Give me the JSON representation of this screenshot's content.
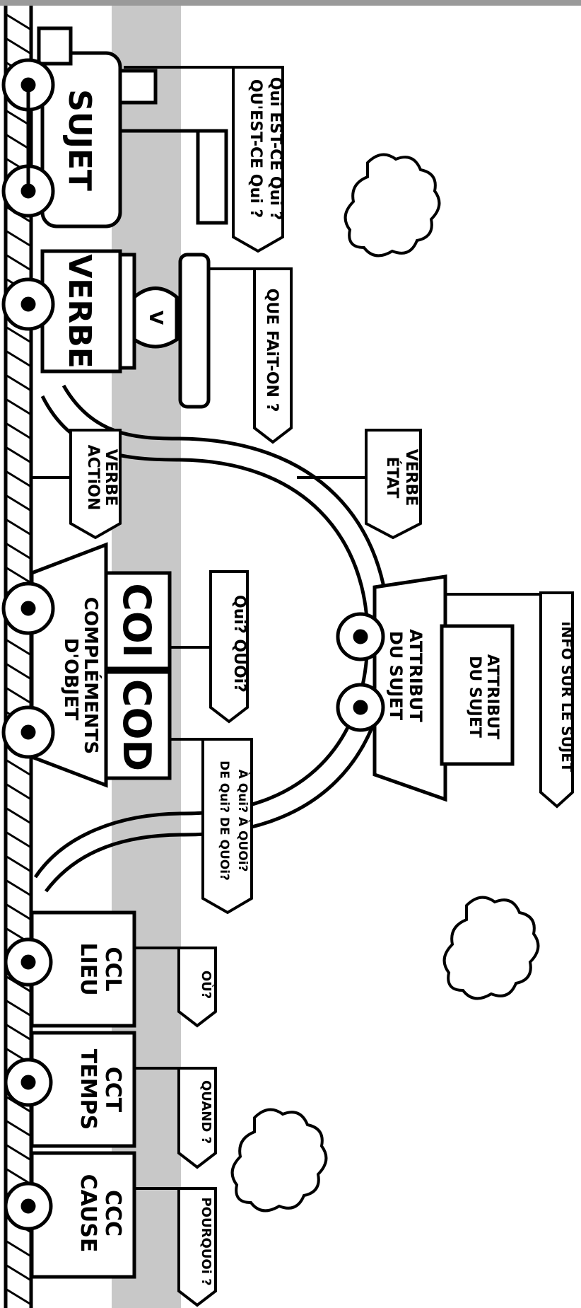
{
  "train": {
    "sujet": "SUJET",
    "verbe": "VERBE",
    "verbe_badge": "V",
    "coi": "COI",
    "cod": "COD",
    "complements": "COMPLÉMENTS",
    "complements_2": "D'OBJET",
    "attribut_box_1": "ATTRIBUT",
    "attribut_box_2": "DU SUJET",
    "attribut_car_1": "ATTRIBUT",
    "attribut_car_2": "DU SUJET",
    "ccl_1": "CCL",
    "ccl_2": "LIEU",
    "cct_1": "CCT",
    "cct_2": "TEMPS",
    "ccc_1": "CCC",
    "ccc_2": "CAUSE"
  },
  "signs": {
    "qui_1": "Qui EST-CE Qui ?",
    "qui_2": "QU'EST-CE Qui ?",
    "que_fait": "QUE FAiT-ON ?",
    "verbe_action_1": "VERBE",
    "verbe_action_2": "ACTiON",
    "verbe_etat_1": "VERBE",
    "verbe_etat_2": "ÉTAT",
    "info_sujet": "iNFO SUR LE SUJET",
    "qui_quoi": "Qui? QUOi?",
    "a_qui_1": "À Qui?   À QUOi?",
    "a_qui_2": "DE Qui?  DE QUOi?",
    "ou": "OÙ?",
    "quand": "QUAND ?",
    "pourquoi": "POURQUOi ?"
  },
  "colors": {
    "ink": "#000000",
    "band": "#c8c8c8",
    "paper": "#ffffff"
  }
}
